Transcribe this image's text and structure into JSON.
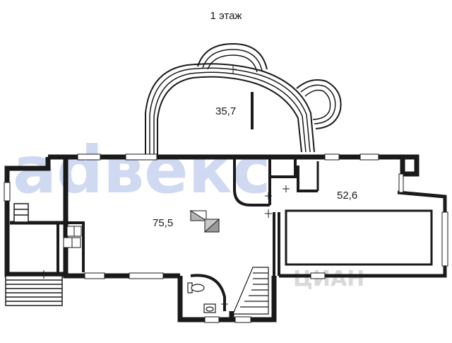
{
  "floor": {
    "title": "1 этаж"
  },
  "watermark": {
    "brand": "аdвекс",
    "sub": "ЦИАН"
  },
  "rooms": [
    {
      "id": "terrace",
      "area": "35,7"
    },
    {
      "id": "main-hall",
      "area": "75,5"
    },
    {
      "id": "pool-hall",
      "area": "52,6"
    }
  ],
  "colors": {
    "wall": "#1a1a1a",
    "watermark": "#c7d3ef"
  }
}
